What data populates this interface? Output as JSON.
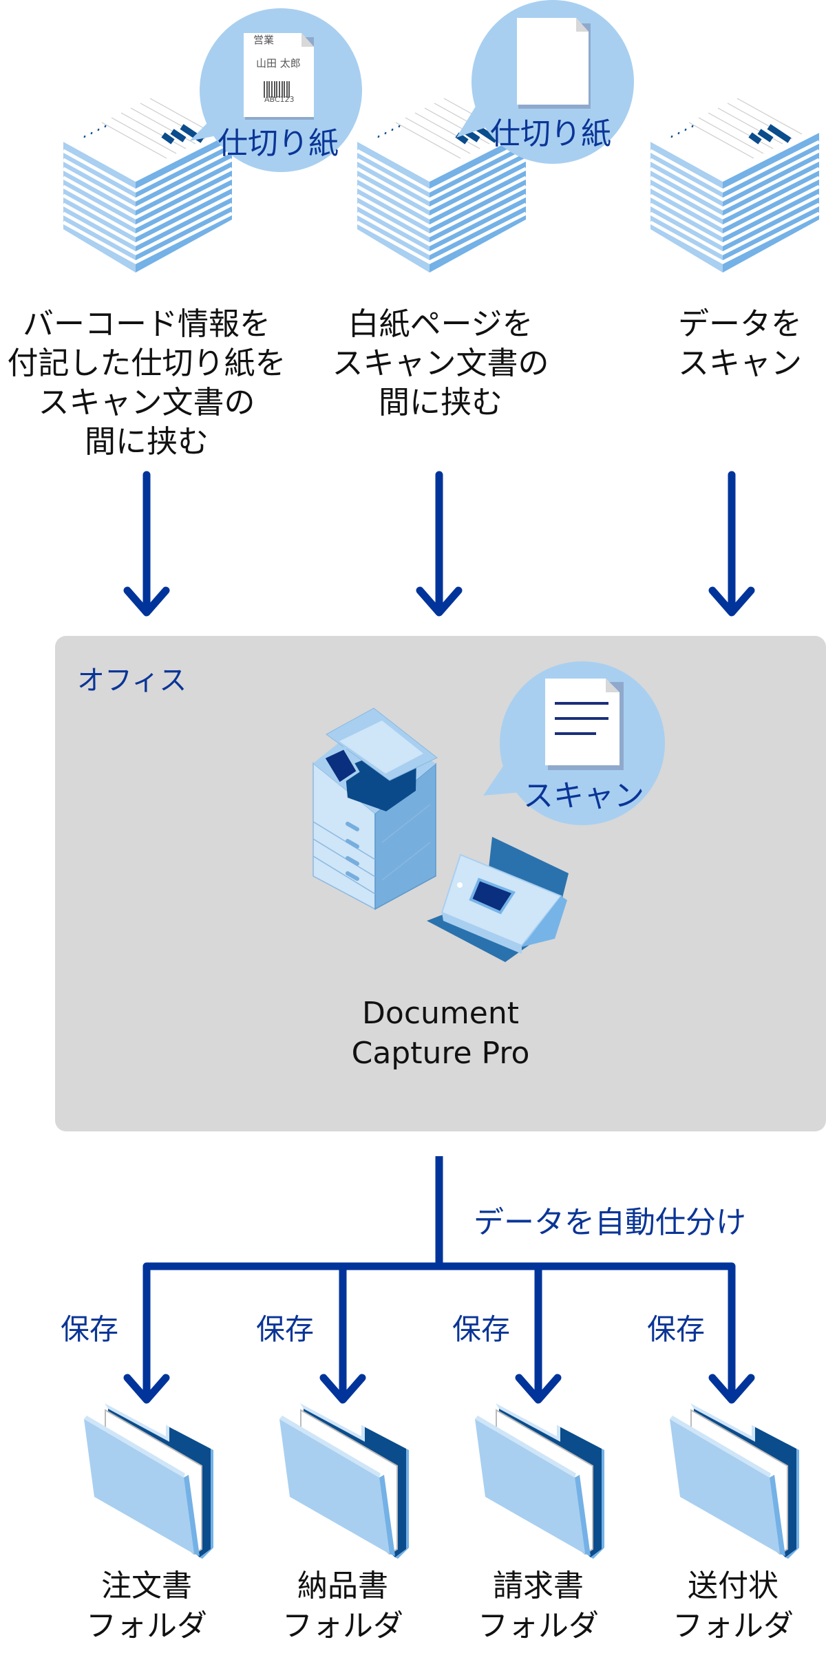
{
  "steps": [
    {
      "bubble_label": "仕切り紙",
      "slip": {
        "dept": "営業",
        "name": "山田 太郎",
        "code": "ABC123"
      },
      "description_lines": [
        "バーコード情報を",
        "付記した仕切り紙を",
        "スキャン文書の",
        "間に挟む"
      ]
    },
    {
      "bubble_label": "仕切り紙",
      "description_lines": [
        "白紙ページを",
        "スキャン文書の",
        "間に挟む"
      ]
    },
    {
      "description_lines": [
        "データを",
        "スキャン"
      ]
    }
  ],
  "office": {
    "label": "オフィス",
    "bubble_label": "スキャン",
    "product_lines": [
      "Document",
      "Capture Pro"
    ]
  },
  "sort_label": "データを自動仕分け",
  "folders": [
    {
      "action": "保存",
      "name_lines": [
        "注文書",
        "フォルダ"
      ]
    },
    {
      "action": "保存",
      "name_lines": [
        "納品書",
        "フォルダ"
      ]
    },
    {
      "action": "保存",
      "name_lines": [
        "請求書",
        "フォルダ"
      ]
    },
    {
      "action": "保存",
      "name_lines": [
        "送付状",
        "フォルダ"
      ]
    }
  ],
  "colors": {
    "arrow": "#00349a",
    "light_blue": "#a8cff0",
    "mid_blue": "#74b1e6",
    "dark_blue": "#0b4c8c",
    "office_bg": "#d8d8d8"
  }
}
